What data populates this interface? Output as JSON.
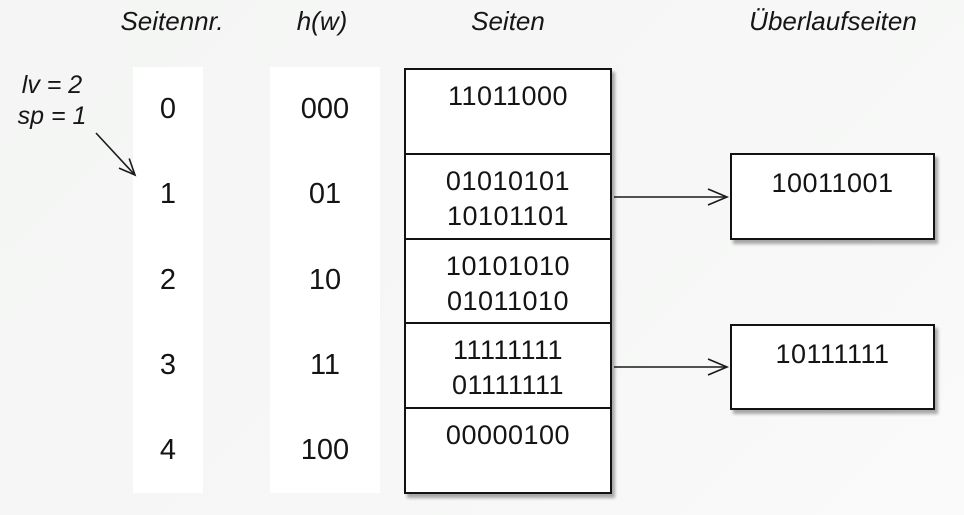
{
  "page": {
    "background": "#f5f6f5",
    "ink": "#121212",
    "box_fill": "#ffffff"
  },
  "headers": {
    "col_pagenr": "Seitennr.",
    "col_hash": "h(w)",
    "col_pages": "Seiten",
    "col_overflow": "Überlaufseiten"
  },
  "annotation": {
    "line1": "lv = 2",
    "line2": "sp = 1",
    "points_to_row": "1"
  },
  "rows": [
    {
      "nr": "0",
      "hash": "000",
      "values": [
        "11011000"
      ]
    },
    {
      "nr": "1",
      "hash": "01",
      "values": [
        "01010101",
        "10101101"
      ]
    },
    {
      "nr": "2",
      "hash": "10",
      "values": [
        "10101010",
        "01011010"
      ]
    },
    {
      "nr": "3",
      "hash": "11",
      "values": [
        "11111111",
        "01111111"
      ]
    },
    {
      "nr": "4",
      "hash": "100",
      "values": [
        "00000100"
      ]
    }
  ],
  "overflow_pages": [
    {
      "value": "10011001",
      "linked_row": "1"
    },
    {
      "value": "10111111",
      "linked_row": "3"
    }
  ]
}
